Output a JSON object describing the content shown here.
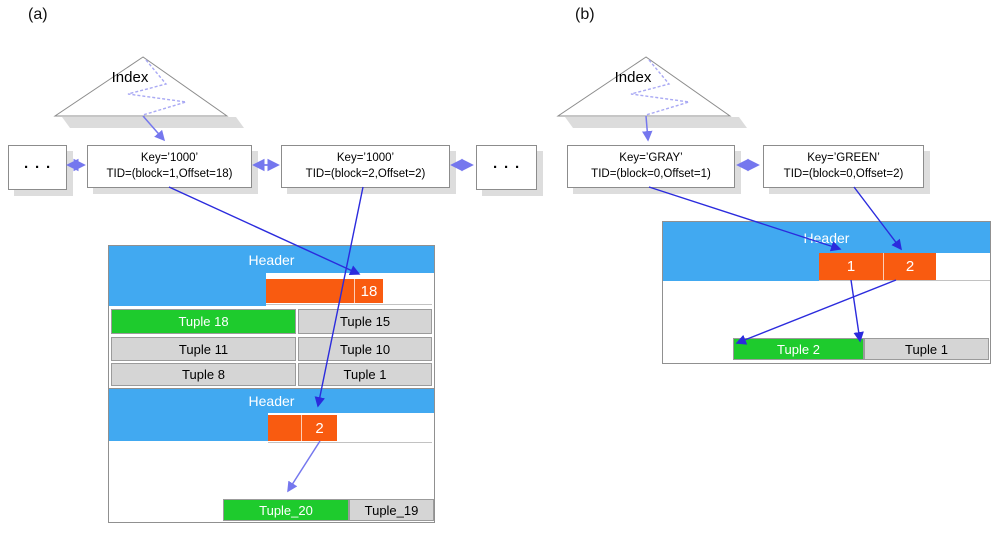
{
  "colors": {
    "page_header_blue": "#41a9f1",
    "item_pointer_orange": "#f95b10",
    "live_tuple_green": "#1ecb2d",
    "plain_tuple_gray": "#d5d5d5",
    "arrow_blue": "#2b2bdd",
    "arrow_purple": "#7577ee"
  },
  "panels": [
    {
      "label": "(a)",
      "index_label": "Index",
      "left_dots": "···",
      "right_dots": "···",
      "entries": [
        {
          "key": "Key=’1000’",
          "tid": "TID=(block=1,Offset=18)"
        },
        {
          "key": "Key=’1000’",
          "tid": "TID=(block=2,Offset=2)"
        }
      ],
      "pages": [
        {
          "header": "Header",
          "item_pointers": [
            "",
            "18"
          ],
          "tuples": [
            {
              "label": "Tuple 18"
            },
            {
              "label": "Tuple 15"
            },
            {
              "label": "Tuple 11"
            },
            {
              "label": "Tuple 10"
            },
            {
              "label": "Tuple 8"
            },
            {
              "label": "Tuple 1"
            }
          ]
        },
        {
          "header": "Header",
          "item_pointers": [
            "",
            "2"
          ],
          "tuples": [
            {
              "label": "Tuple_20"
            },
            {
              "label": "Tuple_19"
            }
          ]
        }
      ]
    },
    {
      "label": "(b)",
      "index_label": "Index",
      "entries": [
        {
          "key": "Key=’GRAY’",
          "tid": "TID=(block=0,Offset=1)"
        },
        {
          "key": "Key=’GREEN’",
          "tid": "TID=(block=0,Offset=2)"
        }
      ],
      "pages": [
        {
          "header": "Header",
          "item_pointers": [
            "1",
            "2"
          ],
          "tuples": [
            {
              "label": "Tuple 2"
            },
            {
              "label": "Tuple 1"
            }
          ]
        }
      ]
    }
  ]
}
